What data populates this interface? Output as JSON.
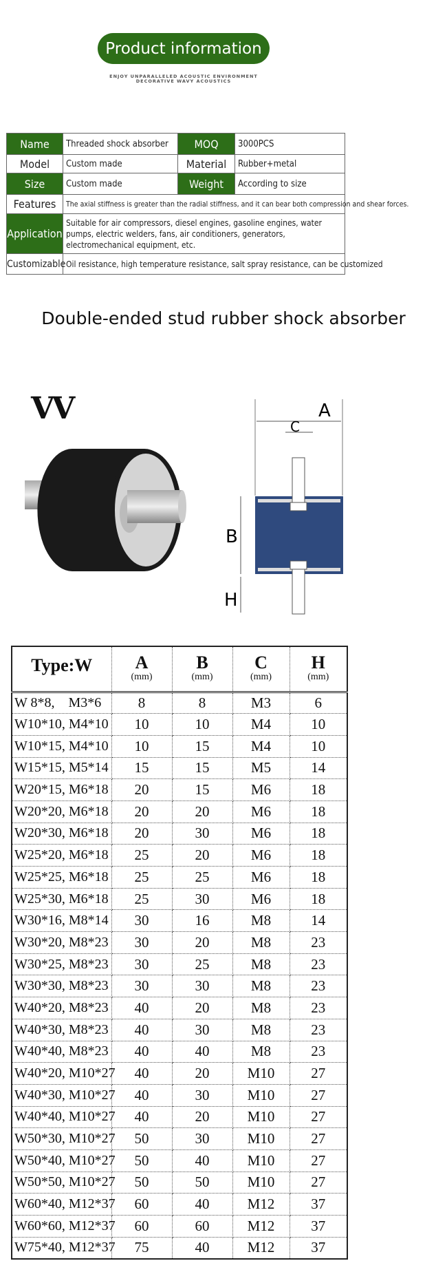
{
  "header": {
    "title": "Product information",
    "tagline1": "ENJOY UNPARALLELED ACOUSTIC ENVIRONMENT",
    "tagline2": "DECORATIVE WAVY ACOUSTICS"
  },
  "info": {
    "name_label": "Name",
    "name": "Threaded shock absorber",
    "moq_label": "MOQ",
    "moq": "3000PCS",
    "model_label": "Model",
    "model": "Custom made",
    "material_label": "Material",
    "material": "Rubber+metal",
    "size_label": "Size",
    "size": "Custom made",
    "weight_label": "Weight",
    "weight": "According to size",
    "features_label": "Features",
    "features": "The axial stiffness is greater than the radial stiffness, and it can bear both compression and shear forces.",
    "application_label": "Application",
    "application": "Suitable for air compressors, diesel engines, gasoline engines, water pumps, electric welders, fans, air conditioners, generators, electromechanical equipment, etc.",
    "customizable_label": "Customizable",
    "customizable": "Oil resistance, high temperature resistance, salt spray resistance, can be customized"
  },
  "product": {
    "title": "Double-ended stud rubber shock absorber",
    "type_code": "VV",
    "dim_labels": {
      "a": "A",
      "b": "B",
      "c": "C",
      "h": "H"
    }
  },
  "colors": {
    "green": "#2d6e18",
    "rubber_blue": "#2f4a7e"
  },
  "spec": {
    "headers": [
      {
        "label": "Type:W",
        "unit": ""
      },
      {
        "label": "A",
        "unit": "(mm)"
      },
      {
        "label": "B",
        "unit": "(mm)"
      },
      {
        "label": "C",
        "unit": "(mm)"
      },
      {
        "label": "H",
        "unit": "(mm)"
      }
    ],
    "rows": [
      [
        "W 8*8,    M3*6",
        "8",
        "8",
        "M3",
        "6"
      ],
      [
        "W10*10, M4*10",
        "10",
        "10",
        "M4",
        "10"
      ],
      [
        "W10*15, M4*10",
        "10",
        "15",
        "M4",
        "10"
      ],
      [
        "W15*15, M5*14",
        "15",
        "15",
        "M5",
        "14"
      ],
      [
        "W20*15, M6*18",
        "20",
        "15",
        "M6",
        "18"
      ],
      [
        "W20*20, M6*18",
        "20",
        "20",
        "M6",
        "18"
      ],
      [
        "W20*30, M6*18",
        "20",
        "30",
        "M6",
        "18"
      ],
      [
        "W25*20, M6*18",
        "25",
        "20",
        "M6",
        "18"
      ],
      [
        "W25*25, M6*18",
        "25",
        "25",
        "M6",
        "18"
      ],
      [
        "W25*30, M6*18",
        "25",
        "30",
        "M6",
        "18"
      ],
      [
        "W30*16, M8*14",
        "30",
        "16",
        "M8",
        "14"
      ],
      [
        "W30*20, M8*23",
        "30",
        "20",
        "M8",
        "23"
      ],
      [
        "W30*25, M8*23",
        "30",
        "25",
        "M8",
        "23"
      ],
      [
        "W30*30, M8*23",
        "30",
        "30",
        "M8",
        "23"
      ],
      [
        "W40*20, M8*23",
        "40",
        "20",
        "M8",
        "23"
      ],
      [
        "W40*30, M8*23",
        "40",
        "30",
        "M8",
        "23"
      ],
      [
        "W40*40, M8*23",
        "40",
        "40",
        "M8",
        "23"
      ],
      [
        "W40*20, M10*27",
        "40",
        "20",
        "M10",
        "27"
      ],
      [
        "W40*30, M10*27",
        "40",
        "30",
        "M10",
        "27"
      ],
      [
        "W40*40, M10*27",
        "40",
        "20",
        "M10",
        "27"
      ],
      [
        "W50*30, M10*27",
        "50",
        "30",
        "M10",
        "27"
      ],
      [
        "W50*40, M10*27",
        "50",
        "40",
        "M10",
        "27"
      ],
      [
        "W50*50, M10*27",
        "50",
        "50",
        "M10",
        "27"
      ],
      [
        "W60*40, M12*37",
        "60",
        "40",
        "M12",
        "37"
      ],
      [
        "W60*60, M12*37",
        "60",
        "60",
        "M12",
        "37"
      ],
      [
        "W75*40, M12*37",
        "75",
        "40",
        "M12",
        "37"
      ]
    ]
  }
}
